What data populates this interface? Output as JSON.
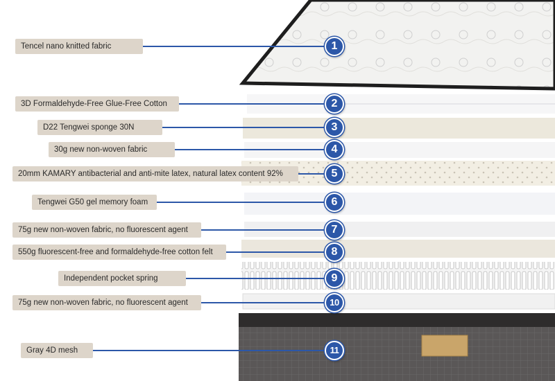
{
  "colors": {
    "accent": "#2c57a8",
    "label_bg": "#ddd5ca"
  },
  "layers": [
    {
      "number": "1",
      "label": "Tencel nano knitted fabric"
    },
    {
      "number": "2",
      "label": "3D Formaldehyde-Free Glue-Free Cotton"
    },
    {
      "number": "3",
      "label": "D22 Tengwei sponge 30N"
    },
    {
      "number": "4",
      "label": "30g new non-woven fabric"
    },
    {
      "number": "5",
      "label": "20mm KAMARY antibacterial and anti-mite latex, natural latex content 92%"
    },
    {
      "number": "6",
      "label": "Tengwei G50 gel memory foam"
    },
    {
      "number": "7",
      "label": "75g new non-woven fabric, no fluorescent agent"
    },
    {
      "number": "8",
      "label": "550g fluorescent-free and formaldehyde-free cotton felt"
    },
    {
      "number": "9",
      "label": "Independent pocket spring"
    },
    {
      "number": "10",
      "label": "75g new non-woven fabric, no fluorescent agent"
    },
    {
      "number": "11",
      "label": "Gray 4D mesh"
    }
  ]
}
